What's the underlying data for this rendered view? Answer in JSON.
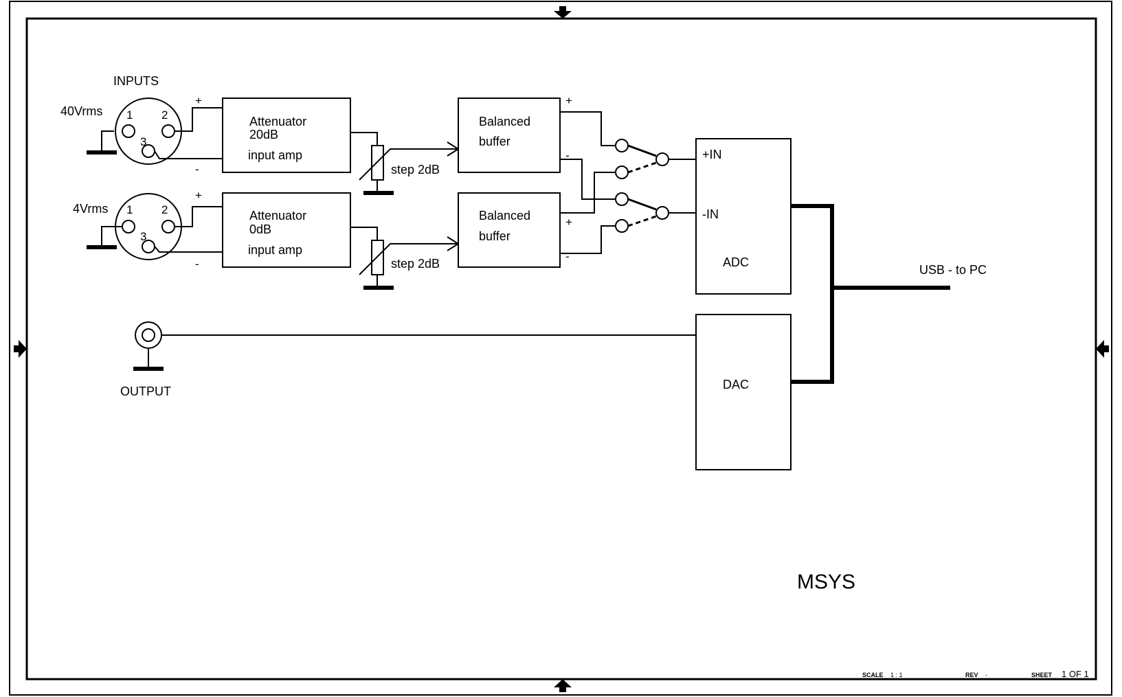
{
  "diagram": {
    "inputs_heading": "INPUTS",
    "input1": {
      "level": "40Vrms",
      "pin1": "1",
      "pin2": "2",
      "pin3": "3",
      "plus": "+",
      "minus": "-"
    },
    "input2": {
      "level": "4Vrms",
      "pin1": "1",
      "pin2": "2",
      "pin3": "3",
      "plus": "+",
      "minus": "-"
    },
    "atten1": {
      "line1": "Attenuator",
      "line2": "20dB",
      "line3": "input amp"
    },
    "atten2": {
      "line1": "Attenuator",
      "line2": "0dB",
      "line3": "input amp"
    },
    "pot1_label": "step 2dB",
    "pot2_label": "step 2dB",
    "buffer1": {
      "line1": "Balanced",
      "line2": "buffer",
      "plus": "+",
      "minus": "-"
    },
    "buffer2": {
      "line1": "Balanced",
      "line2": "buffer",
      "plus": "+",
      "minus": "-"
    },
    "adc": {
      "plus_in": "+IN",
      "minus_in": "-IN",
      "label": "ADC"
    },
    "dac": {
      "label": "DAC"
    },
    "usb_label": "USB - to PC",
    "output_label": "OUTPUT",
    "title": "MSYS"
  },
  "title_block": {
    "scale_label": "SCALE",
    "scale_value": "1 : 1",
    "rev_label": "REV",
    "rev_value": "-",
    "sheet_label": "SHEET",
    "sheet_value": "1 OF 1"
  }
}
